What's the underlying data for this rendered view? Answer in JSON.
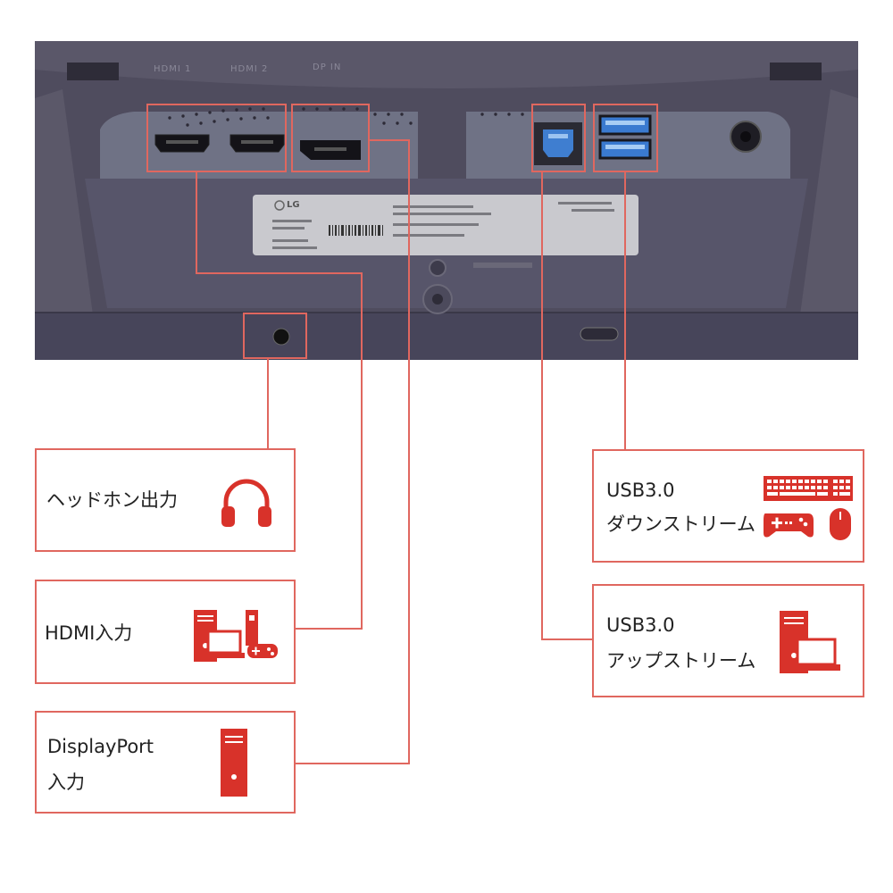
{
  "colors": {
    "accent": "#d8322a",
    "line": "#e0675f",
    "monitor_dark": "#4a4758",
    "monitor_panel": "#6f7183",
    "label_plate": "#c8c8cd"
  },
  "ports": {
    "hdmi1": "HDMI 1",
    "hdmi2": "HDMI 2",
    "dp": "DP IN",
    "brand": "LG"
  },
  "callouts": {
    "headphone": {
      "label": "ヘッドホン出力",
      "icon": "headphones-icon"
    },
    "hdmi": {
      "label": "HDMI入力",
      "icons": [
        "desktop-tower-icon",
        "laptop-icon",
        "game-console-icon"
      ]
    },
    "displayport": {
      "line1": "DisplayPort",
      "line2": "入力",
      "icon": "desktop-tower-icon"
    },
    "usb_down": {
      "line1": "USB3.0",
      "line2": "ダウンストリーム",
      "icons": [
        "keyboard-icon",
        "gamepad-icon",
        "mouse-icon"
      ]
    },
    "usb_up": {
      "line1": "USB3.0",
      "line2": "アップストリーム",
      "icons": [
        "desktop-tower-icon",
        "laptop-icon"
      ]
    }
  }
}
